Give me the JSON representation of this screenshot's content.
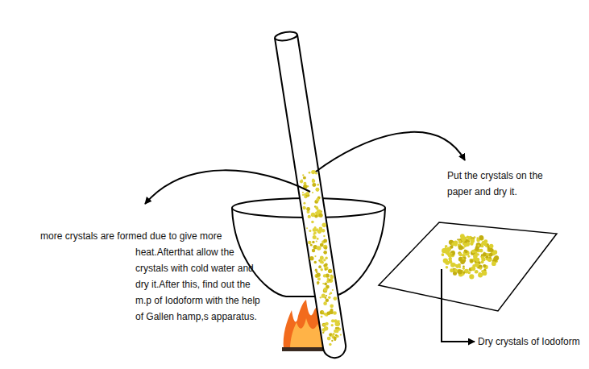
{
  "diagram": {
    "labels": [
      "more crystals are formed due to give more heat.Afterthat allow the crystals with cold water and dry it.After this, find out the m.p of Iodoform with the help of Gallen hamp,s apparatus.",
      "Put the crystals on the paper and dry it.",
      "Dry crystals of Iodoform"
    ]
  }
}
